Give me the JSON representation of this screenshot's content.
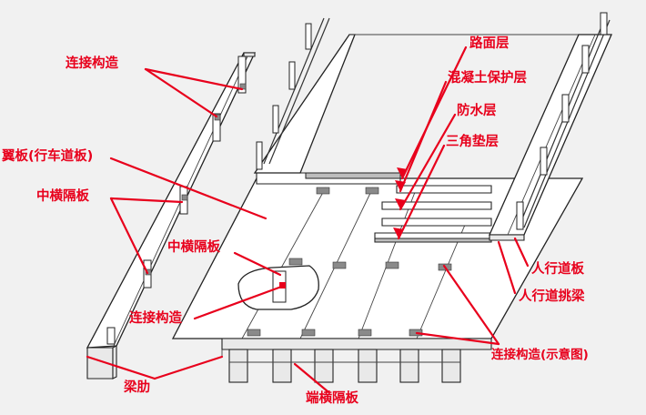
{
  "labels": {
    "lianjie_top": "连接构造",
    "lumian": "路面层",
    "hunning": "混凝土保护层",
    "fangshui": "防水层",
    "sanjiao": "三角垫层",
    "yiban": "翼板(行车道板)",
    "zhongheng_left": "中横隔板",
    "zhongheng_mid": "中横隔板",
    "lianjie_mid": "连接构造",
    "renxing_ban": "人行道板",
    "renxing_liang": "人行道挑梁",
    "lianjie_right": "连接构造(示意图)",
    "lianglei": "梁肋",
    "duanheng": "端横隔板"
  },
  "colors": {
    "label": "#e8001c",
    "line": "#222222",
    "background": "#f1f1f1"
  }
}
